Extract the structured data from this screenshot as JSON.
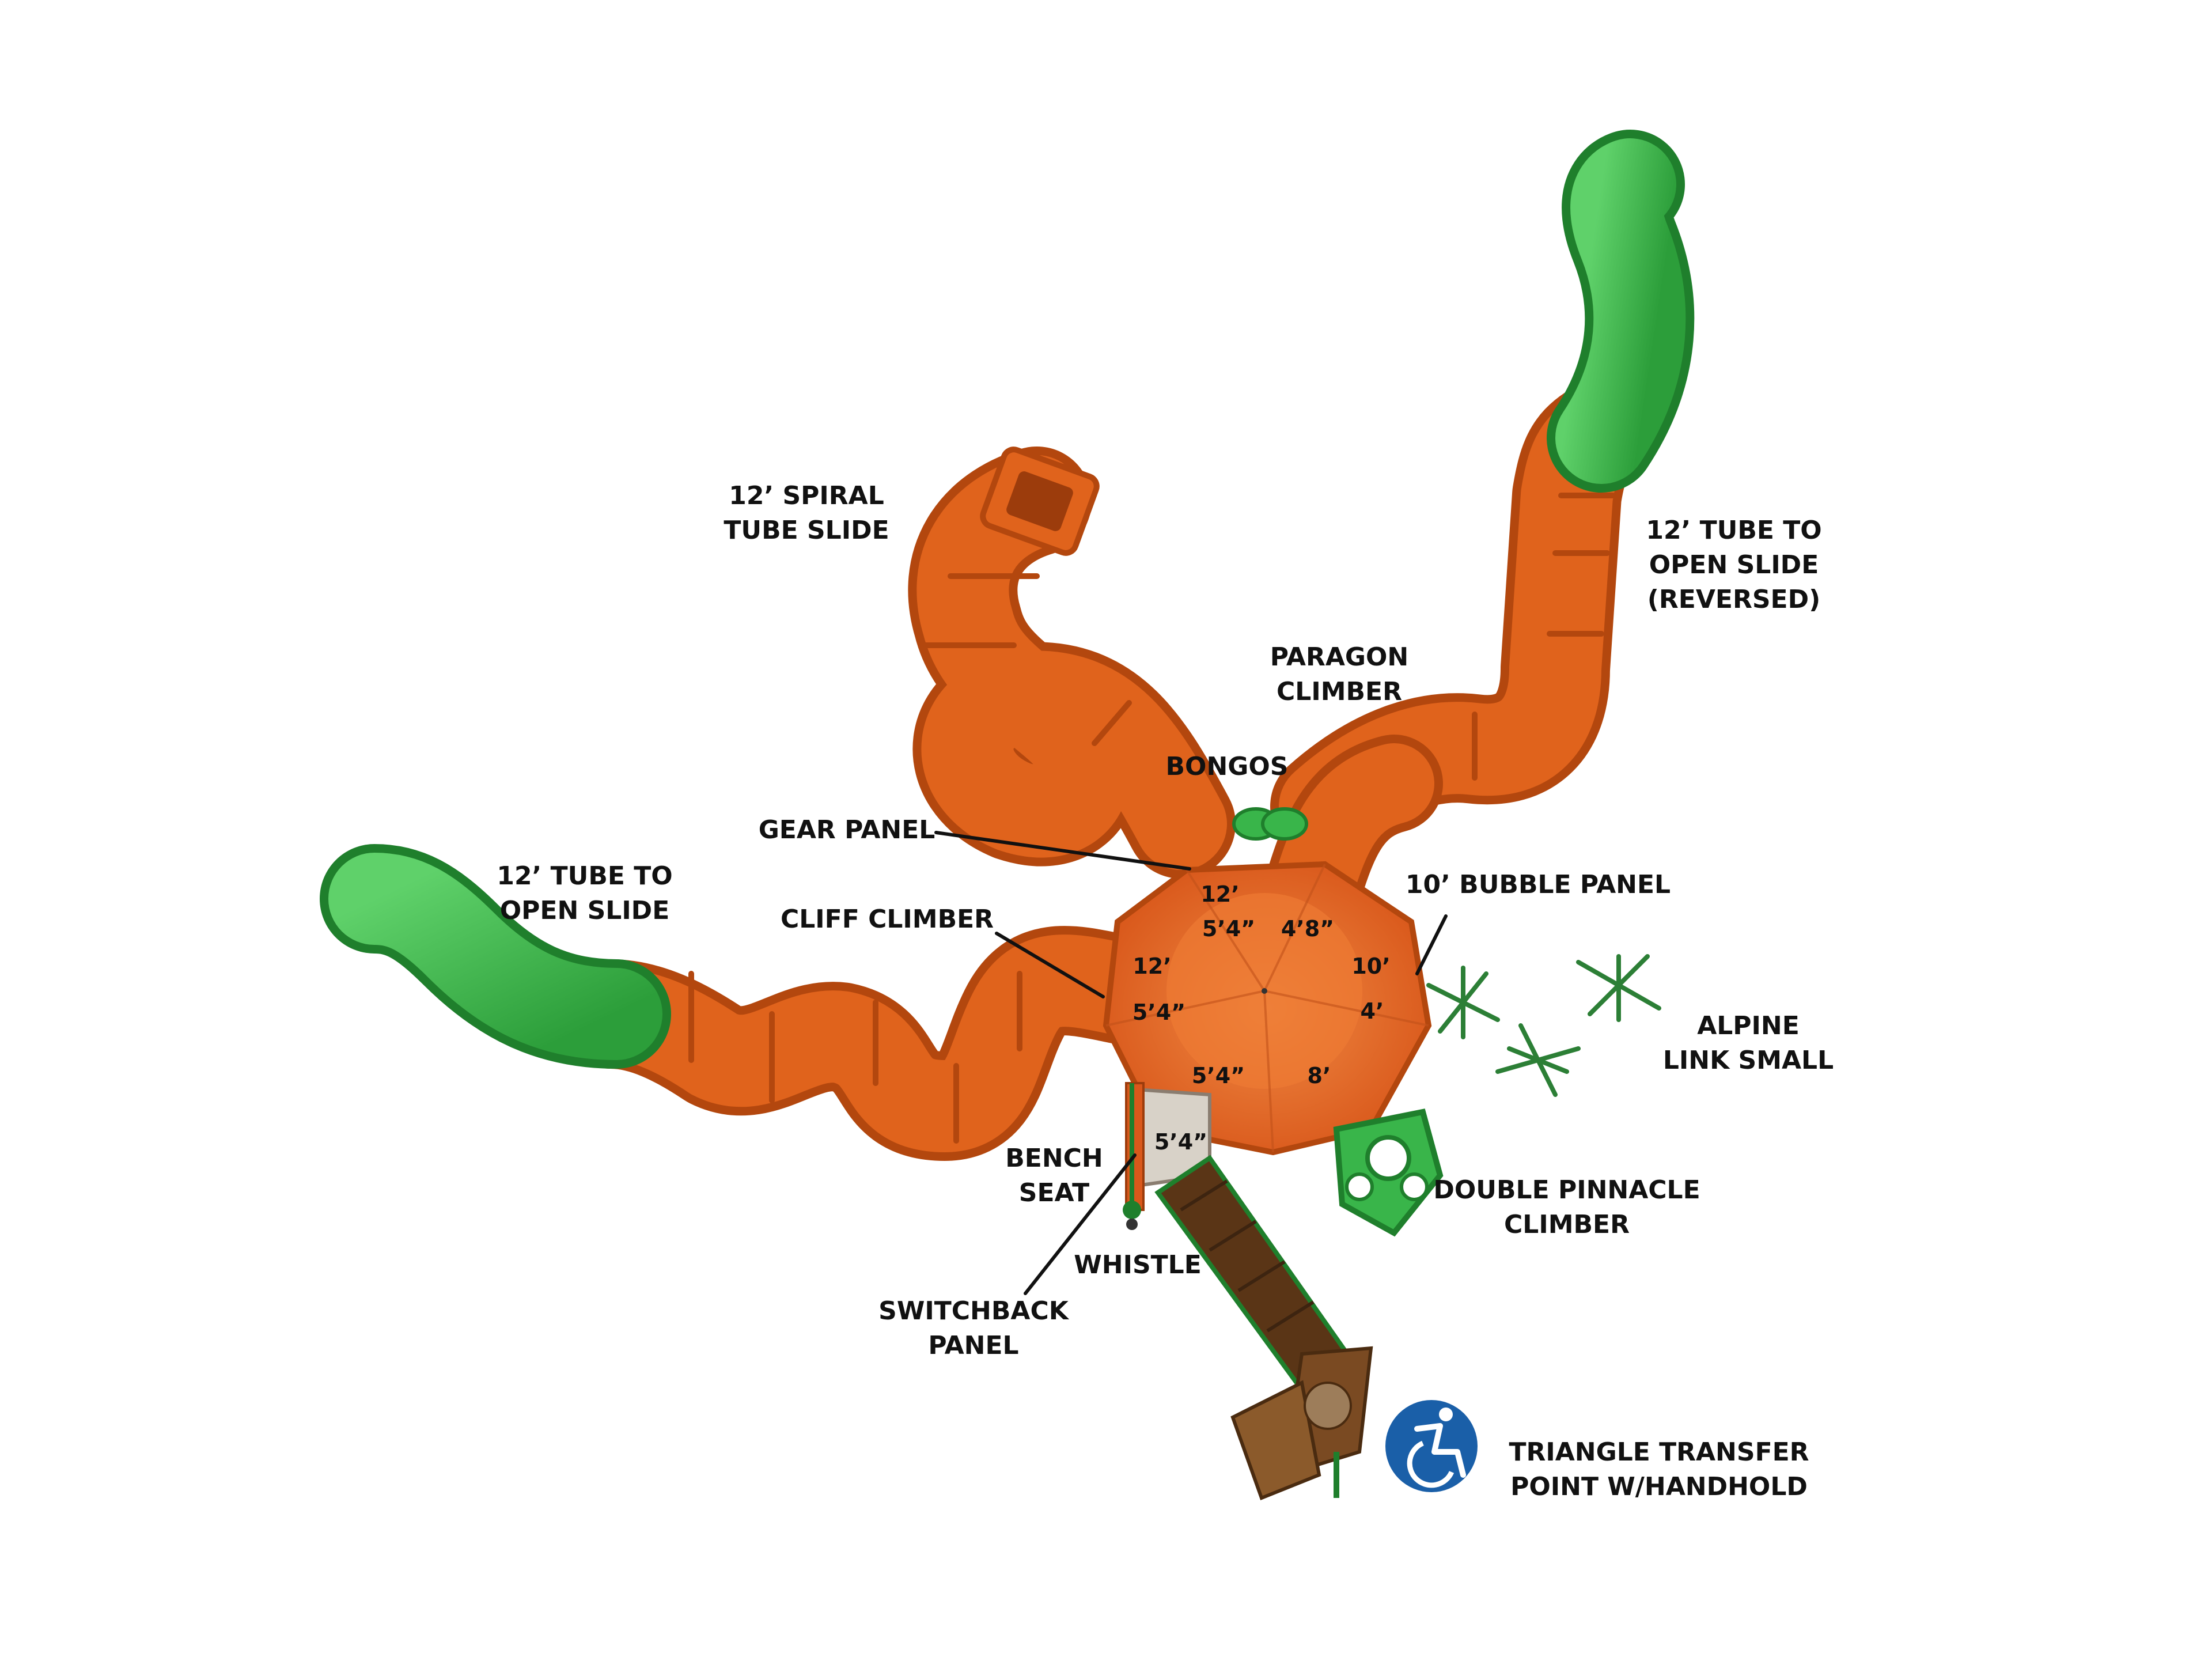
{
  "diagram": {
    "callouts": {
      "spiral_tube_slide": [
        "12’ SPIRAL",
        "TUBE SLIDE"
      ],
      "tube_open_slide_reversed": [
        "12’ TUBE TO",
        "OPEN SLIDE",
        "(REVERSED)"
      ],
      "paragon_climber": [
        "PARAGON",
        "CLIMBER"
      ],
      "bongos": "BONGOS",
      "gear_panel": "GEAR PANEL",
      "tube_open_slide": [
        "12’ TUBE TO",
        "OPEN SLIDE"
      ],
      "cliff_climber": "CLIFF CLIMBER",
      "bubble_panel": "10’ BUBBLE PANEL",
      "alpine_link_small": [
        "ALPINE",
        "LINK SMALL"
      ],
      "bench_seat": [
        "BENCH",
        "SEAT"
      ],
      "double_pinnacle_climber": [
        "DOUBLE PINNACLE",
        "CLIMBER"
      ],
      "whistle": "WHISTLE",
      "switchback_panel": [
        "SWITCHBACK",
        "PANEL"
      ],
      "triangle_transfer_point": [
        "TRIANGLE TRANSFER",
        "POINT W/HANDHOLD"
      ]
    },
    "deck_heights": {
      "top": "12’",
      "top_inner": "5’4”",
      "upper_right": "4’8”",
      "left": "12’",
      "left_inner": "5’4”",
      "right": "10’",
      "right_inner": "4’",
      "bottom_left": "5’4”",
      "bottom_right": "8’",
      "lower_platform": "5’4”"
    },
    "icons": {
      "accessibility": "wheelchair-accessibility-icon"
    },
    "colors": {
      "tube": "#e0631c",
      "tube_dark": "#b3470e",
      "slide": "#39b54a",
      "slide_dark": "#1f7f2c",
      "deck": "#e86a26",
      "platform": "#7a4a22",
      "accessibility_badge": "#1a5fa8"
    }
  }
}
